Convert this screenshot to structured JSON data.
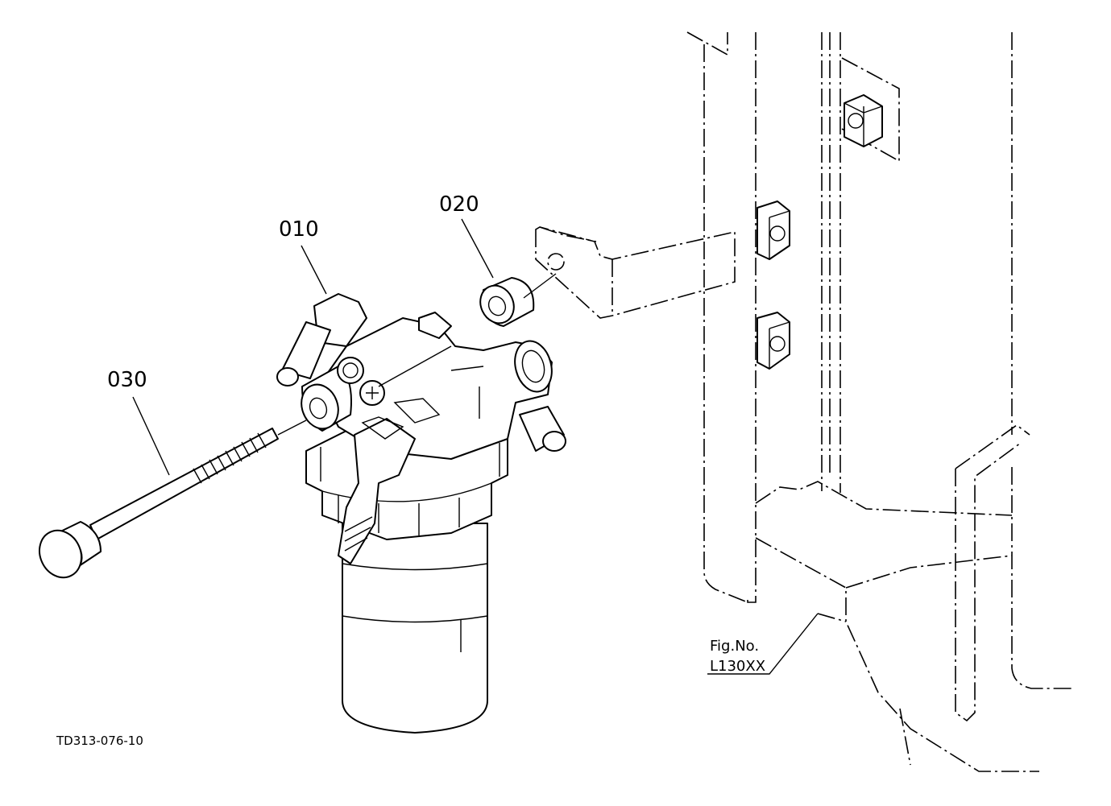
{
  "callouts": {
    "part_010": "010",
    "part_020": "020",
    "part_030": "030"
  },
  "figure_ref": {
    "line1": "Fig.No.",
    "line2": "L130XX"
  },
  "drawing_code": "TD313-076-10"
}
